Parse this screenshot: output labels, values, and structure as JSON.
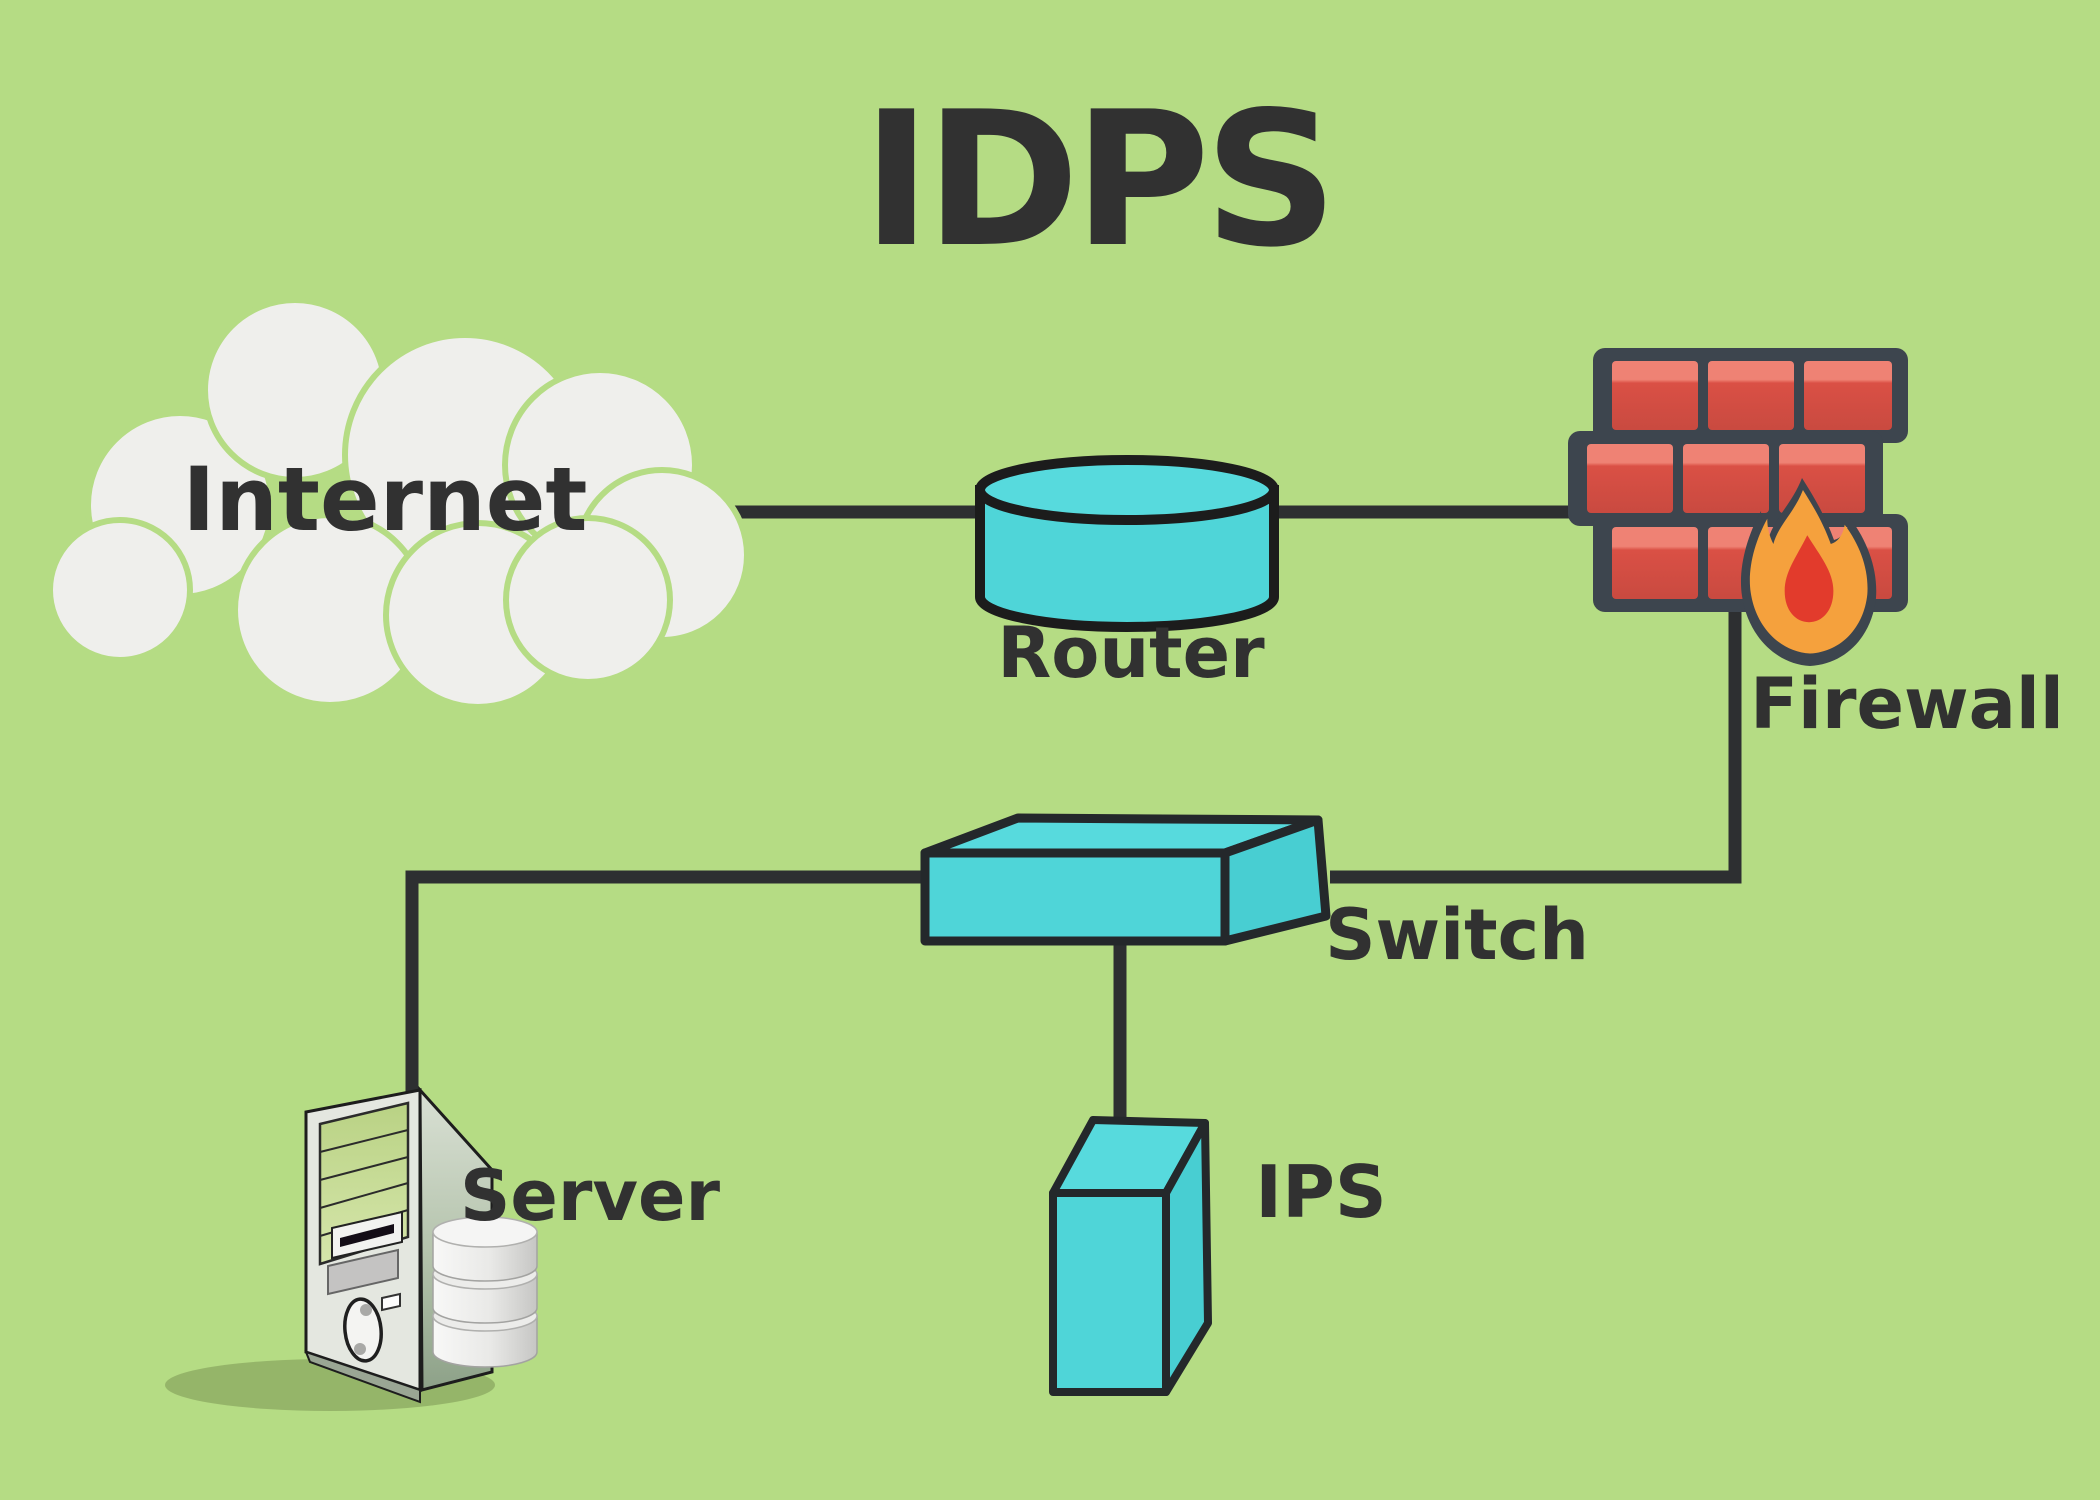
{
  "title": "IDPS",
  "background_color": "#b5dc84",
  "line_color": "#2d2f31",
  "text_color": "#313131",
  "nodes": {
    "internet": {
      "label": "Internet",
      "shape": "cloud",
      "color": "#efefec"
    },
    "router": {
      "label": "Router",
      "shape": "cylinder",
      "color": "#4fd5d8"
    },
    "firewall": {
      "label": "Firewall",
      "shape": "brick-wall-with-flame",
      "brick_color": "#da5045",
      "mortar_color": "#3d454e",
      "flame_outer_color": "#f5a13d",
      "flame_inner_color": "#e23b2c"
    },
    "switch": {
      "label": "Switch",
      "shape": "3d-box",
      "color": "#4fd5d8"
    },
    "server": {
      "label": "Server",
      "shape": "tower-pc-with-database"
    },
    "ips": {
      "label": "IPS",
      "shape": "3d-box-vertical",
      "color": "#4fd5d8"
    }
  },
  "connections": [
    {
      "from": "Internet",
      "to": "Router"
    },
    {
      "from": "Router",
      "to": "Firewall"
    },
    {
      "from": "Firewall",
      "to": "Switch"
    },
    {
      "from": "Switch",
      "to": "Server"
    },
    {
      "from": "Switch",
      "to": "IPS"
    }
  ]
}
